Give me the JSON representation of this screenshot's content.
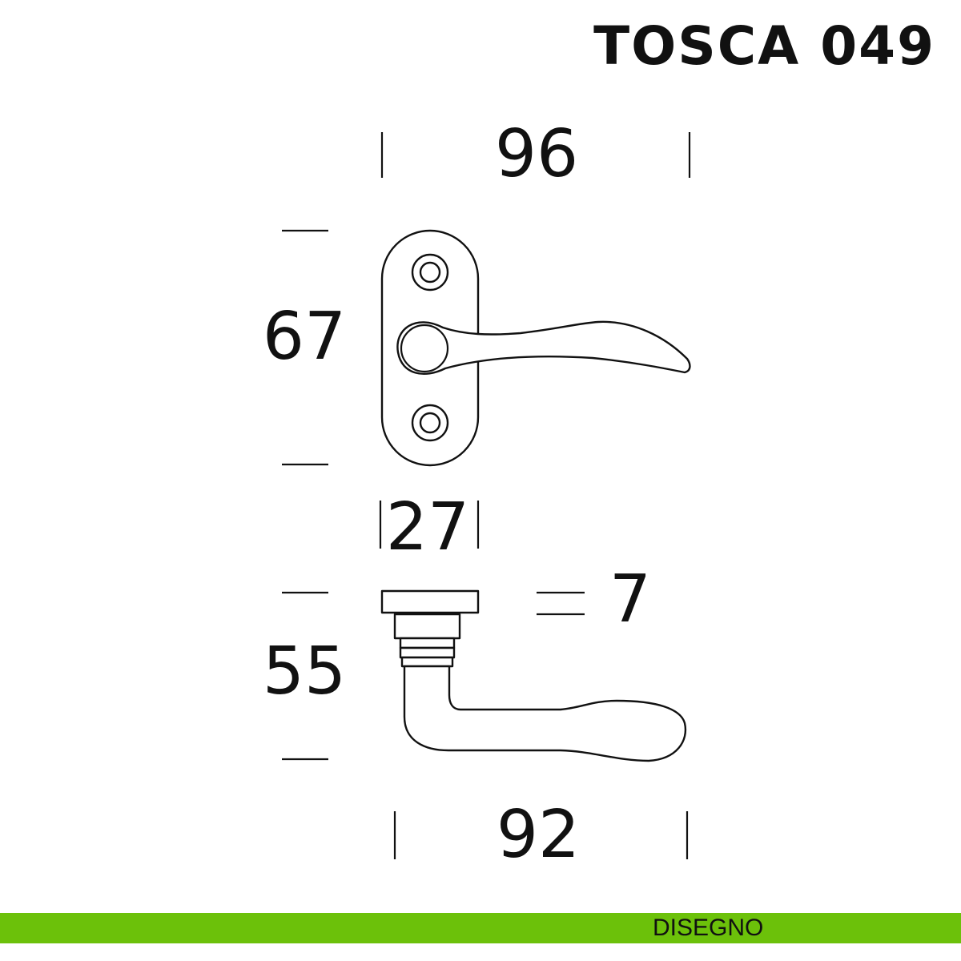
{
  "title": "TOSCA 049",
  "dimensions": {
    "width_top": "96",
    "height_top": "67",
    "plate_width": "27",
    "plate_thickness": "7",
    "height_side": "55",
    "width_side": "92"
  },
  "footer": {
    "label": "DISEGNO",
    "color": "#6cc10a"
  }
}
